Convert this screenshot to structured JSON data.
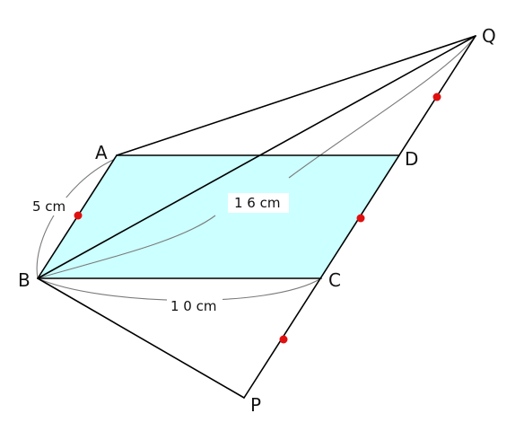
{
  "points": {
    "A": "A",
    "B": "B",
    "C": "C",
    "D": "D",
    "P": "P",
    "Q": "Q"
  },
  "lengths": {
    "AB": "5 cm",
    "BC": "1 0 cm",
    "BQ": "1 6 cm"
  },
  "colors": {
    "parallelogram_fill": "#ccffff",
    "lines": "#000000",
    "dimension_curves": "#7a7a7a",
    "midpoint_markers": "#e01010"
  }
}
